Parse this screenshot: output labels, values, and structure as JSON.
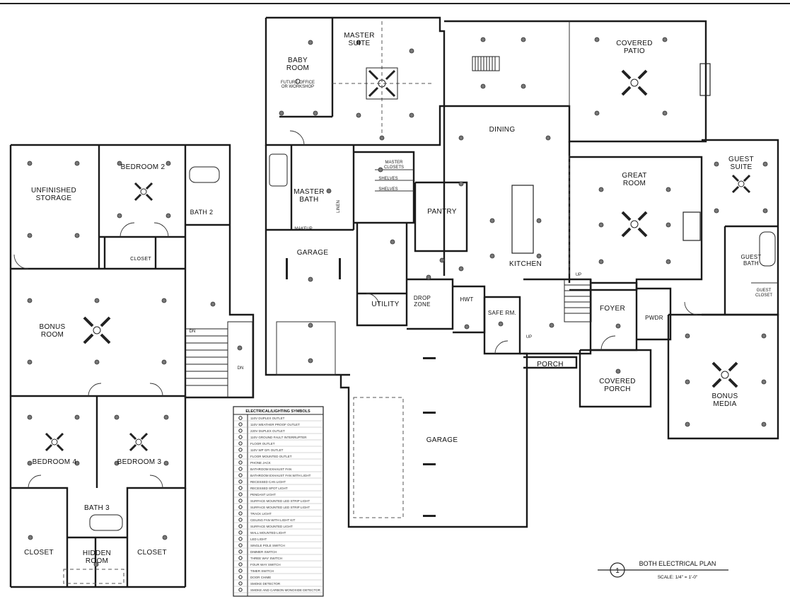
{
  "rooms": {
    "baby_room": [
      "BABY",
      "ROOM"
    ],
    "baby_room_note": [
      "FUTURE OFFICE",
      "OR WORKSHOP"
    ],
    "master_suite": [
      "MASTER",
      "SUITE"
    ],
    "covered_patio": [
      "COVERED",
      "PATIO"
    ],
    "dining": "DINING",
    "great_room": [
      "GREAT",
      "ROOM"
    ],
    "guest_suite": [
      "GUEST",
      "SUITE"
    ],
    "guest_bath": [
      "GUEST",
      "BATH"
    ],
    "guest_closet": [
      "GUEST",
      "CLOSET"
    ],
    "master_closets": [
      "MASTER",
      "CLOSETS"
    ],
    "shelves": "SHELVES",
    "master_bath": [
      "MASTER",
      "BATH"
    ],
    "makeup": "MAKEUP",
    "linen": "LINEN",
    "pantry": "PANTRY",
    "kitchen": "KITCHEN",
    "garage_upper": "GARAGE",
    "utility": "UTILITY",
    "drop_zone": [
      "DROP",
      "ZONE"
    ],
    "hwt": "HWT",
    "safe_rm": "SAFE RM.",
    "foyer": "FOYER",
    "pwdr": "PWDR",
    "porch": "PORCH",
    "covered_porch": [
      "COVERED",
      "PORCH"
    ],
    "bonus_media": [
      "BONUS",
      "MEDIA"
    ],
    "garage_main": "GARAGE",
    "unfinished_storage": [
      "UNFINISHED",
      "STORAGE"
    ],
    "bedroom_2": "BEDROOM 2",
    "bath_2": "BATH 2",
    "closet_upper": "CLOSET",
    "bonus_room": [
      "BONUS",
      "ROOM"
    ],
    "bedroom_4": "BEDROOM 4",
    "bedroom_3": "BEDROOM 3",
    "bath_3": "BATH 3",
    "closet_left": "CLOSET",
    "closet_right": "CLOSET",
    "hidden_room": [
      "HIDDEN",
      "ROOM"
    ],
    "up": "UP",
    "dn": "DN"
  },
  "legend": {
    "title": "ELECTRICAL/LIGHTING SYMBOLS",
    "rows": [
      "110V DUPLEX OUTLET",
      "110V WEATHER PROOF OUTLET",
      "220V DUPLEX OUTLET",
      "110V GROUND FAULT INTERRUPTER",
      "FLOOR OUTLET",
      "110V WP GFI OUTLET",
      "FLOOR MOUNTED OUTLET",
      "PHONE JACK",
      "BATHROOM EXHAUST FAN",
      "BATHROOM EXHAUST FAN WITH LIGHT",
      "RECESSED CAN LIGHT",
      "RECESSED SPOT LIGHT",
      "PENDANT LIGHT",
      "SURFACE MOUNTED LED STRIP LIGHT",
      "SURFACE MOUNTED LED STRIP LIGHT",
      "TRACK LIGHT",
      "CEILING FAN WITH LIGHT KIT",
      "SURFACE MOUNTED LIGHT",
      "WALL MOUNTED LIGHT",
      "LED LIGHT",
      "SINGLE POLE SWITCH",
      "DIMMER SWITCH",
      "THREE WAY SWITCH",
      "FOUR WAY SWITCH",
      "TIMER SWITCH",
      "DOOR CHIME",
      "SMOKE DETECTOR",
      "SMOKE AND CARBON MONOXIDE DETECTOR"
    ]
  },
  "title_block": {
    "number": "1",
    "title": "BOTH ELECTRICAL PLAN",
    "scale": "SCALE: 1/4\" = 1'-0\""
  }
}
